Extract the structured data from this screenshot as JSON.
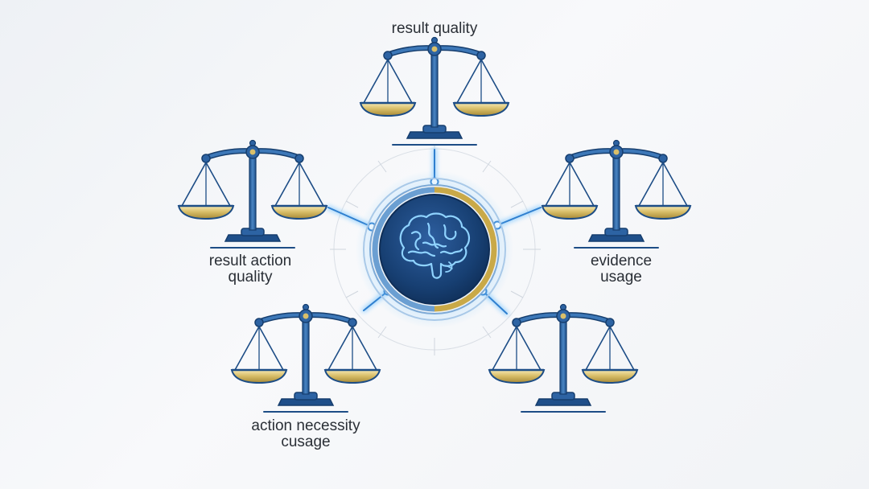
{
  "labels": {
    "top": "result quality",
    "left_1": "result action",
    "left_2": "quality",
    "right_1": "evidence",
    "right_2": "usage",
    "bottom_1": "action necessity",
    "bottom_2": "cusage"
  },
  "icons": {
    "center": "brain-icon",
    "scale": "balance-scale-icon"
  },
  "colors": {
    "navy": "#1d4d86",
    "steel_blue": "#3d78b8",
    "gold": "#c9a948",
    "glow": "#4aa8e8",
    "text": "#2a2f36"
  }
}
